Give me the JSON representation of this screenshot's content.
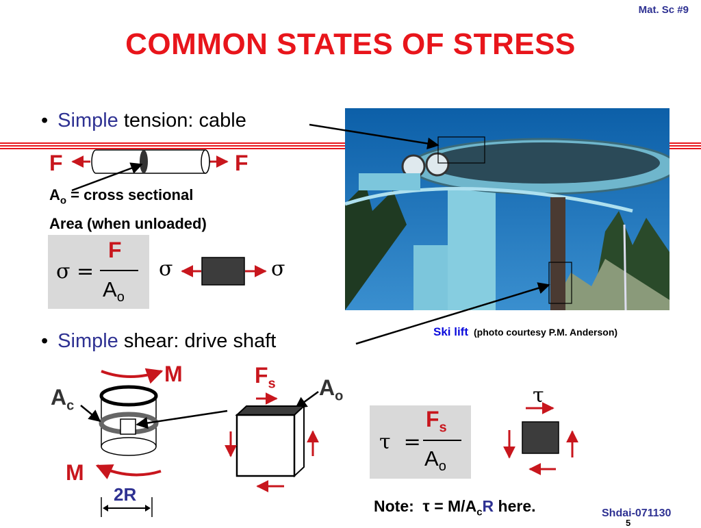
{
  "header": {
    "course_tag": "Mat. Sc #9"
  },
  "title": "COMMON STATES OF STRESS",
  "bullet1": {
    "keyword": "Simple",
    "rest": " tension:  cable"
  },
  "bullet2": {
    "keyword": "Simple",
    "rest": " shear:  drive shaft"
  },
  "tension": {
    "force_left": "F",
    "force_right": "F",
    "area_line1_prefix": "A",
    "area_line1_sub": "o",
    "area_line1_rest": " = cross sectional",
    "area_line2": "Area (when unloaded)",
    "eq_lhs": "σ =",
    "eq_num": "F",
    "eq_den": "A",
    "eq_den_sub": "o",
    "sigma_left": "σ",
    "sigma_right": "σ"
  },
  "photo_caption": {
    "label": "Ski lift",
    "credit": "(photo courtesy P.M. Anderson)"
  },
  "shear": {
    "moment_top": "M",
    "moment_bottom": "M",
    "ac_label": "A",
    "ac_sub": "c",
    "radius_label": "2R",
    "fs_label": "F",
    "fs_sub": "s",
    "ao_label": "A",
    "ao_sub": "o",
    "eq_lhs": "τ  =",
    "eq_num": "F",
    "eq_num_sub": "s",
    "eq_den": "A",
    "eq_den_sub": "o",
    "tau_label": "τ",
    "note_prefix": "Note:  τ = M/A",
    "note_sub": "c",
    "note_r": "R",
    "note_rest": " here."
  },
  "footer": {
    "code": "Shdai-071130",
    "page": "5"
  },
  "colors": {
    "title_red": "#e8151b",
    "arrow_red": "#c8161d",
    "blue": "#2e3192",
    "gray_box": "#d9d9d9"
  }
}
